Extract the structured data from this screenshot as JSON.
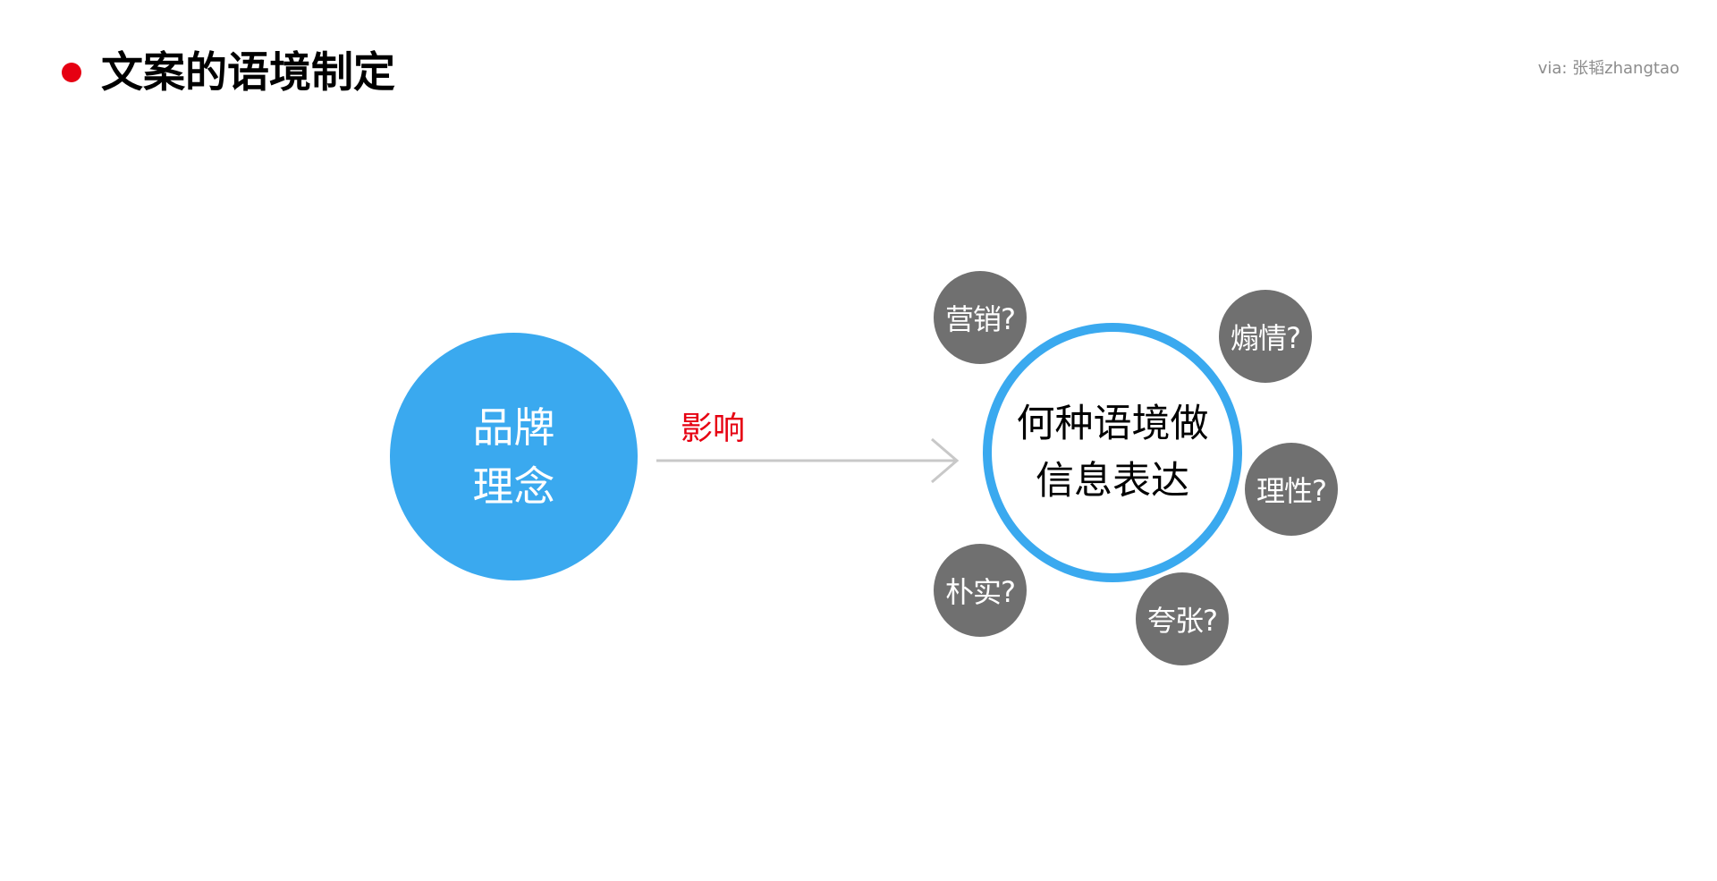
{
  "header": {
    "title": "文案的语境制定",
    "credit": "via: 张韬zhangtao"
  },
  "diagram": {
    "source_node": "品牌\n理念",
    "edge_label": "影响",
    "target_node": "何种语境做\n信息表达",
    "options": [
      "营销?",
      "煽情?",
      "理性?",
      "朴实?",
      "夸张?"
    ]
  },
  "colors": {
    "accent_red": "#e60012",
    "brand_blue": "#3aa9ef",
    "option_gray": "#707070",
    "arrow_gray": "#c8c8c8",
    "credit_gray": "#8c8c8c"
  }
}
